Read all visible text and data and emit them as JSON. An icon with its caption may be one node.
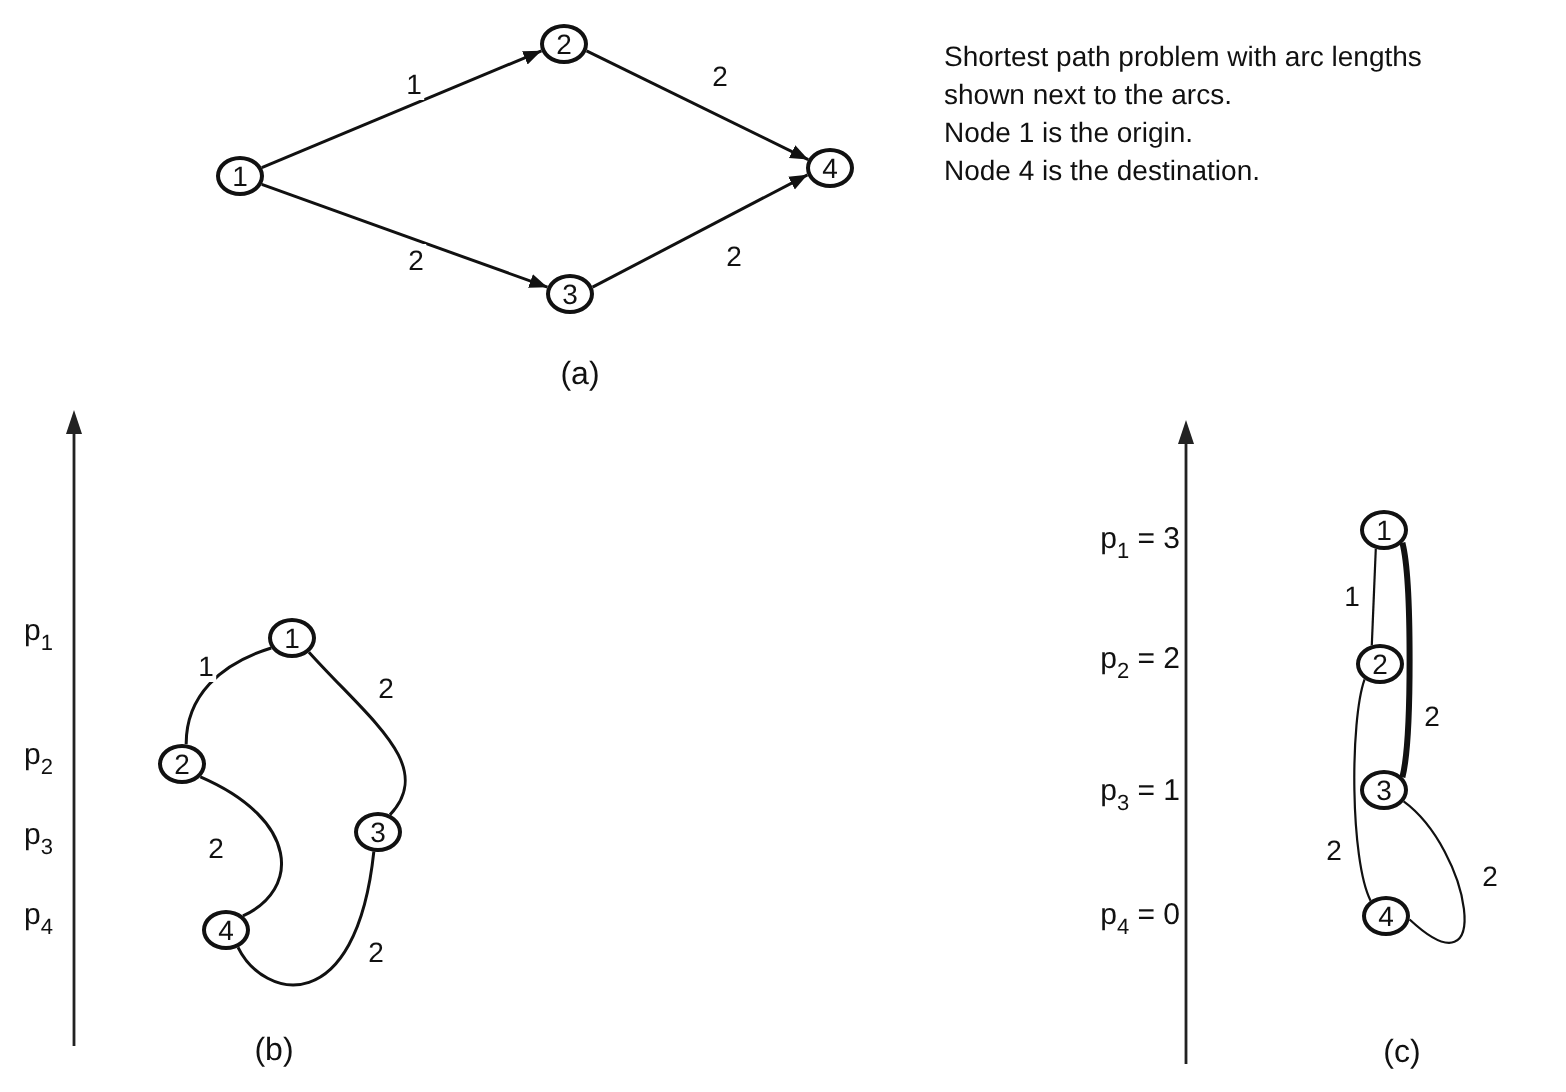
{
  "diagram": {
    "nodes": [
      {
        "text": [
          "1"
        ]
      },
      {
        "text": [
          "2"
        ]
      },
      {
        "text": [
          "3"
        ]
      },
      {
        "text": [
          "4"
        ]
      },
      {
        "text": [
          "1"
        ]
      },
      {
        "text": [
          "2"
        ]
      },
      {
        "text": [
          "3"
        ]
      },
      {
        "text": [
          "4"
        ]
      },
      {
        "text": [
          "1"
        ]
      },
      {
        "text": [
          "2"
        ]
      },
      {
        "text": [
          "3"
        ]
      },
      {
        "text": [
          "4"
        ]
      }
    ],
    "edges": [
      {
        "from": 0,
        "to": 1,
        "arrow": "to",
        "label": "1"
      },
      {
        "from": 1,
        "to": 3,
        "arrow": "to",
        "label": "2"
      },
      {
        "from": 0,
        "to": 2,
        "arrow": "to",
        "label": "2"
      },
      {
        "from": 2,
        "to": 3,
        "arrow": "to",
        "label": "2"
      },
      {
        "from": 4,
        "to": 5,
        "arrow": "none",
        "label": "1"
      },
      {
        "from": 4,
        "to": 6,
        "arrow": "none",
        "label": "2"
      },
      {
        "from": 5,
        "to": 7,
        "arrow": "none",
        "label": "2"
      },
      {
        "from": 6,
        "to": 7,
        "arrow": "none",
        "label": "2"
      },
      {
        "from": 8,
        "to": 9,
        "arrow": "none",
        "label": "1"
      },
      {
        "from": 8,
        "to": 10,
        "arrow": "none",
        "label": "2",
        "style": "thick"
      },
      {
        "from": 9,
        "to": 11,
        "arrow": "none",
        "label": "2"
      },
      {
        "from": 10,
        "to": 11,
        "arrow": "none",
        "label": "2"
      }
    ],
    "labels": [
      "Shortest path problem with arc lengths shown next to the arcs.",
      "Node 1 is the origin.",
      "Node 4 is the destination.",
      "(a)",
      "p$_{1}$",
      "p$_{1}$ = 3",
      "p$_{2}$",
      "p$_{2}$ = 2",
      "p$_{3}$",
      "p$_{3}$ = 1",
      "p$_{4}$",
      "p$_{4}$ = 0",
      "(b)",
      "(c)"
    ]
  }
}
